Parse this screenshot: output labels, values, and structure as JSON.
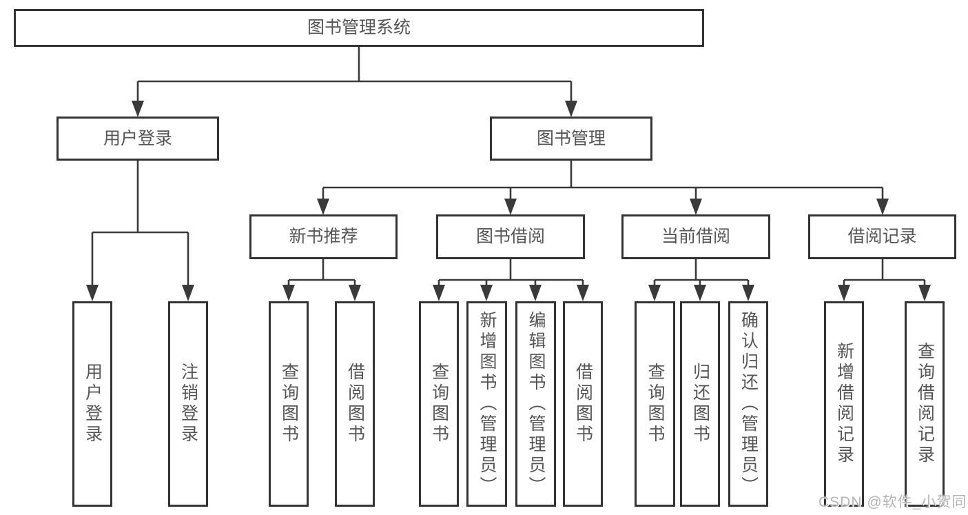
{
  "tree": {
    "root": {
      "label": "图书管理系统",
      "children": [
        {
          "label": "用户登录",
          "children": [
            {
              "label": "用户登录"
            },
            {
              "label": "注销登录"
            }
          ]
        },
        {
          "label": "图书管理",
          "children": [
            {
              "label": "新书推荐",
              "children": [
                {
                  "label": "查询图书"
                },
                {
                  "label": "借阅图书"
                }
              ]
            },
            {
              "label": "图书借阅",
              "children": [
                {
                  "label": "查询图书"
                },
                {
                  "label": "新增图书（管理员）"
                },
                {
                  "label": "编辑图书（管理员）"
                },
                {
                  "label": "借阅图书"
                }
              ]
            },
            {
              "label": "当前借阅",
              "children": [
                {
                  "label": "查询图书"
                },
                {
                  "label": "归还图书"
                },
                {
                  "label": "确认归还（管理员）"
                }
              ]
            },
            {
              "label": "借阅记录",
              "children": [
                {
                  "label": "新增借阅记录"
                },
                {
                  "label": "查询借阅记录"
                }
              ]
            }
          ]
        }
      ]
    }
  },
  "watermark": {
    "text": "CSDN @软件_小贺同学"
  },
  "colors": {
    "line": "#3a3a3a",
    "box_border": "#333333",
    "text": "#555555",
    "watermark": "#b4b4b4",
    "background": "#ffffff"
  }
}
